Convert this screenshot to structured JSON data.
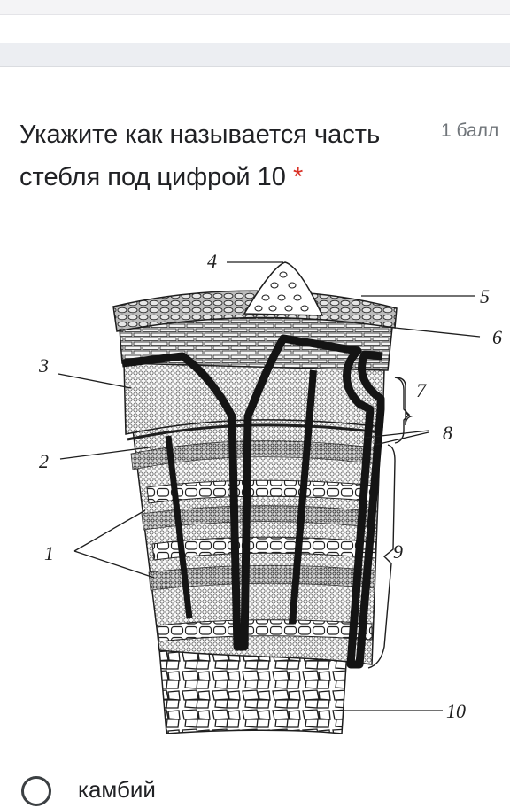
{
  "question": {
    "title_line1": "Укажите как называется часть",
    "title_line2": "стебля под цифрой 10",
    "required_mark": "*",
    "points": "1 балл"
  },
  "figure": {
    "labels": [
      "4",
      "5",
      "6",
      "3",
      "7",
      "8",
      "2",
      "1",
      "9",
      "10"
    ]
  },
  "options": [
    {
      "label": "камбий",
      "selected": false
    }
  ],
  "colors": {
    "text": "#202124",
    "required": "#d93025",
    "points": "#70757a"
  }
}
